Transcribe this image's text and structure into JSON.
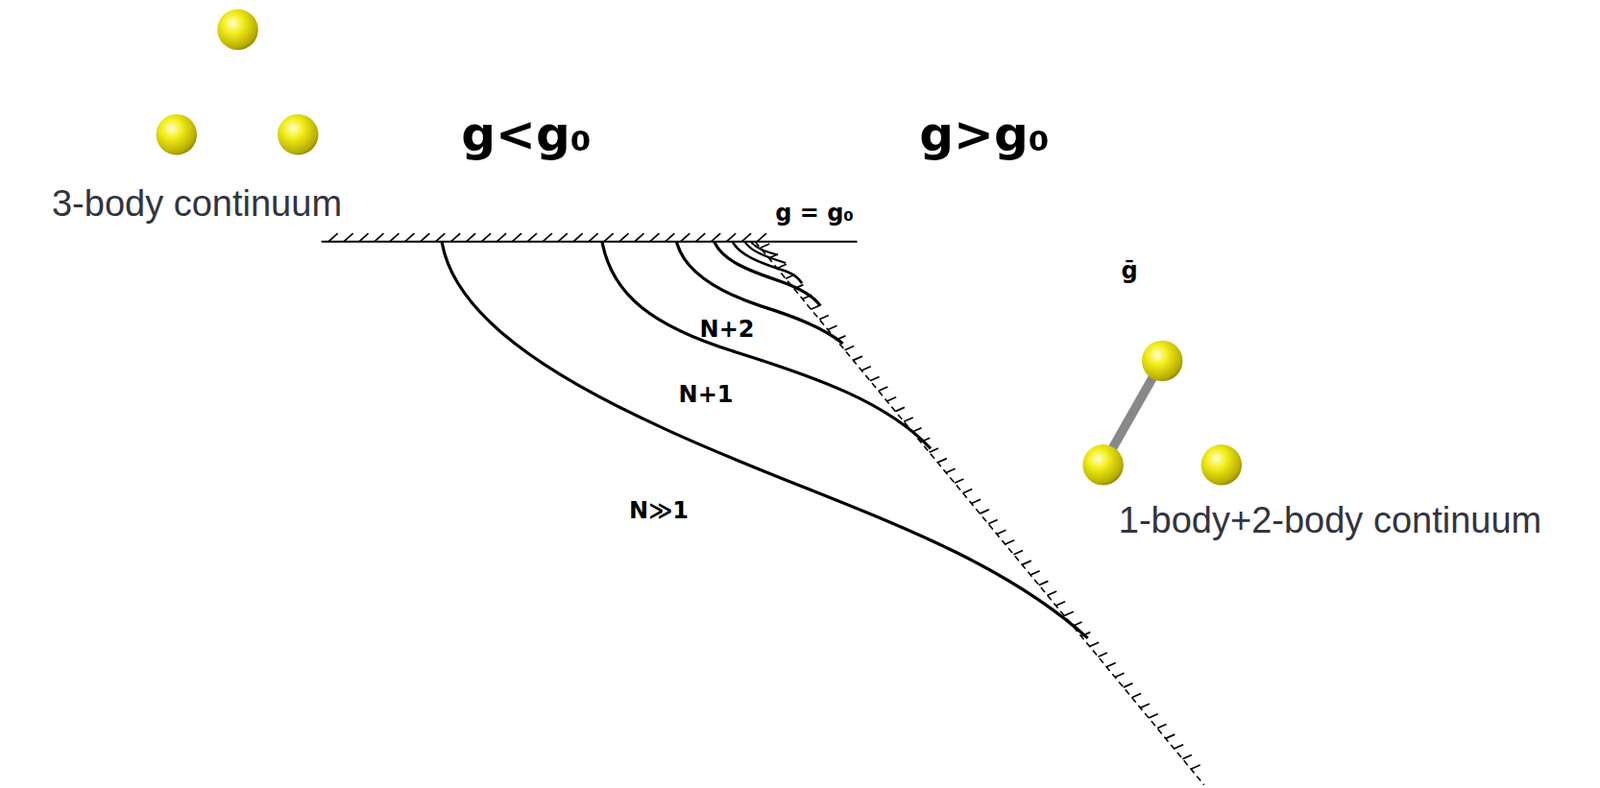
{
  "diagram": {
    "labels": [
      "3-body continuum",
      "g<g₀",
      "g>g₀",
      "g = g₀",
      "ḡ",
      "N+2",
      "N+1",
      "N≫1",
      "1-body+2-body continuum"
    ]
  }
}
